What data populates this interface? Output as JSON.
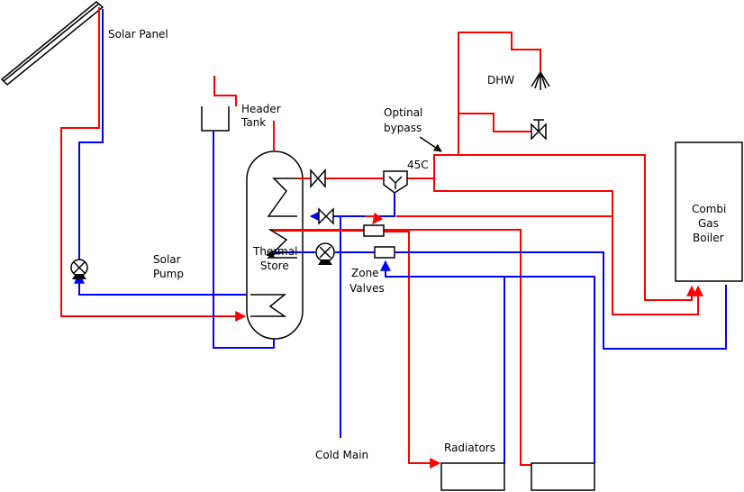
{
  "labels": {
    "solar_panel": "Solar Panel",
    "header_tank_1": "Header",
    "header_tank_2": "Tank",
    "solar_pump_1": "Solar",
    "solar_pump_2": "Pump",
    "thermal_store_1": "Thermal",
    "thermal_store_2": "Store",
    "dhw": "DHW",
    "optional_bypass_1": "Optinal",
    "optional_bypass_2": "bypass",
    "temp_45c": "45C",
    "combi_1": "Combi",
    "combi_2": "Gas",
    "combi_3": "Boiler",
    "zone_valves_1": "Zone",
    "zone_valves_2": "Valves",
    "cold_main": "Cold Main",
    "radiators": "Radiators"
  },
  "colors": {
    "hot": "#ff0000",
    "cold": "#0000ff",
    "outline": "#000000"
  }
}
